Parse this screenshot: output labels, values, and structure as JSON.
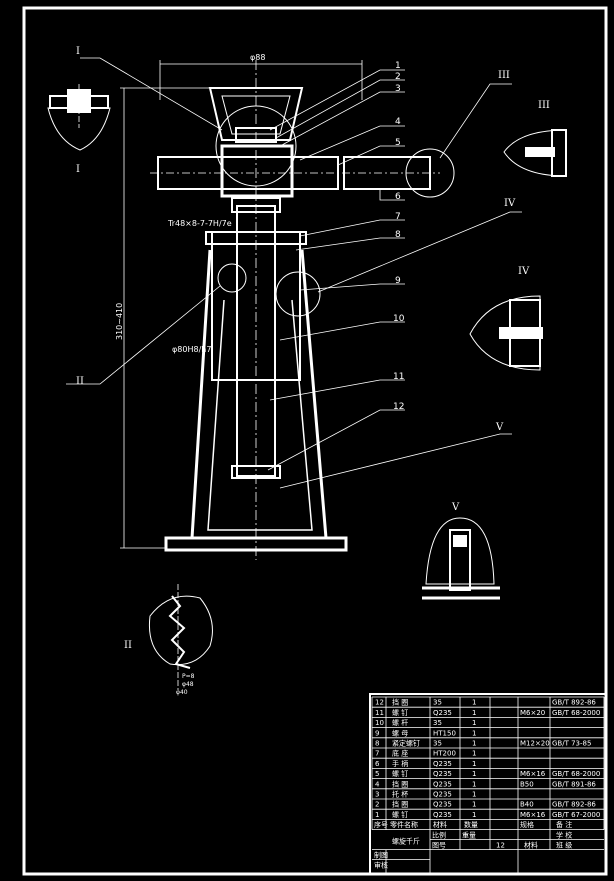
{
  "drawing": {
    "dimensions": {
      "width_top": "φ88",
      "height_left": "310~410",
      "thread": "Tr48×8-7-7H/7e",
      "fit": "φ80H8/h7"
    },
    "parts_callouts": [
      "1",
      "2",
      "3",
      "4",
      "5",
      "6",
      "7",
      "8",
      "9",
      "10",
      "11",
      "12"
    ],
    "view_marks": {
      "I": "I",
      "II": "II",
      "III": "III",
      "IV": "IV",
      "V": "V"
    },
    "detail_labels": {
      "I": "I",
      "II": "II",
      "III": "III",
      "IV": "IV",
      "V": "V"
    },
    "detail_dims": [
      "P=8",
      "φ48",
      "φ40"
    ]
  },
  "title_block": {
    "rows": [
      {
        "no": "12",
        "name": "挡 圈",
        "qty": "1",
        "mat": "35",
        "note": "",
        "std": "GB/T 892-86"
      },
      {
        "no": "11",
        "name": "螺 钉",
        "qty": "1",
        "mat": "Q235",
        "note": "M6×20",
        "std": "GB/T 68-2000"
      },
      {
        "no": "10",
        "name": "螺 杆",
        "qty": "1",
        "mat": "35",
        "note": "",
        "std": ""
      },
      {
        "no": "9",
        "name": "螺 母",
        "qty": "1",
        "mat": "HT150",
        "note": "",
        "std": ""
      },
      {
        "no": "8",
        "name": "紧定螺钉",
        "qty": "1",
        "mat": "35",
        "note": "M12×20",
        "std": "GB/T 73-85"
      },
      {
        "no": "7",
        "name": "底 座",
        "qty": "1",
        "mat": "HT200",
        "note": "",
        "std": ""
      },
      {
        "no": "6",
        "name": "手 柄",
        "qty": "1",
        "mat": "Q235",
        "note": "",
        "std": ""
      },
      {
        "no": "5",
        "name": "螺 钉",
        "qty": "1",
        "mat": "Q235",
        "note": "M6×16",
        "std": "GB/T 68-2000"
      },
      {
        "no": "4",
        "name": "挡 圈",
        "qty": "1",
        "mat": "Q235",
        "note": "B50",
        "std": "GB/T 891-86"
      },
      {
        "no": "3",
        "name": "托 杯",
        "qty": "1",
        "mat": "Q235",
        "note": "",
        "std": ""
      },
      {
        "no": "2",
        "name": "挡 圈",
        "qty": "1",
        "mat": "Q235",
        "note": "B40",
        "std": "GB/T 892-86"
      },
      {
        "no": "1",
        "name": "螺 钉",
        "qty": "1",
        "mat": "Q235",
        "note": "M6×16",
        "std": "GB/T 67-2000"
      }
    ],
    "header": {
      "no": "序号",
      "name": "零件名称",
      "mat": "材料",
      "qty": "数量",
      "note": "规格",
      "std": "备 注"
    },
    "title": "螺旋千斤",
    "scale_label": "比例",
    "sheet_no": "12",
    "drawn_label": "图号",
    "weight_label": "重量",
    "material_label": "材料",
    "designer_label": "制图",
    "checker_label": "审核",
    "school_label": "学 校",
    "class_label": "班 级"
  }
}
